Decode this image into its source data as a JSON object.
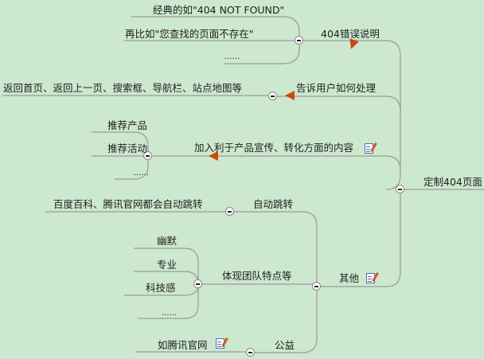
{
  "root": {
    "label": "定制404页面"
  },
  "branches": {
    "error_desc": {
      "label": "404错误说明",
      "children": [
        "经典的如\"404 NOT FOUND\"",
        "再比如\"您查找的页面不存在\"",
        "......"
      ]
    },
    "tell_user": {
      "label": "告诉用户如何处理",
      "children": [
        "返回首页、返回上一页、搜索框、导航栏、站点地图等"
      ]
    },
    "promo": {
      "label": "加入利于产品宣传、转化方面的内容",
      "children": [
        "推荐产品",
        "推荐活动",
        "......"
      ]
    },
    "other": {
      "label": "其他",
      "auto_jump": {
        "label": "自动跳转",
        "children": [
          "百度百科、腾讯官网都会自动跳转"
        ]
      },
      "team": {
        "label": "体现团队特点等",
        "children": [
          "幽默",
          "专业",
          "科技感",
          "......"
        ]
      },
      "charity": {
        "label": "公益",
        "children": [
          "如腾讯官网"
        ]
      }
    }
  },
  "colors": {
    "background": "#cce8ce",
    "line": "#9a9a9a",
    "arrow": "#c84a0c"
  }
}
